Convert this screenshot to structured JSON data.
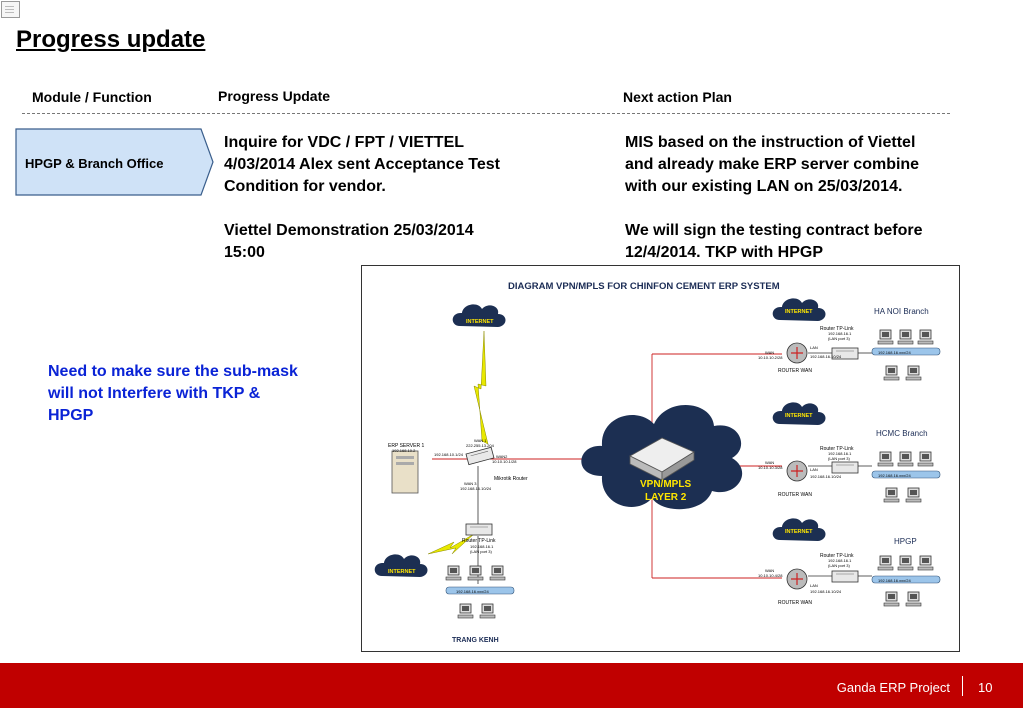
{
  "page": {
    "title": "Progress update",
    "columns": {
      "module": "Module / Function",
      "progress": "Progress Update",
      "next": "Next action Plan"
    },
    "module_label": "HPGP & Branch Office",
    "progress_text": "Inquire for VDC / FPT / VIETTEL\n4/03/2014 Alex sent Acceptance Test\nCondition for vendor.\n\nViettel Demonstration 25/03/2014\n15:00",
    "next_text": "MIS based on the instruction of Viettel\nand already make ERP server combine\nwith our existing LAN on 25/03/2014.\n\nWe will sign the testing contract before\n12/4/2014. TKP with HPGP",
    "note": "Need to make sure the sub-mask will not Interfere with TKP & HPGP"
  },
  "diagram": {
    "title": "DIAGRAM VPN/MPLS FOR CHINFON CEMENT ERP SYSTEM",
    "internet": "INTERNET",
    "core_line1": "VPN/MPLS",
    "core_line2": "LAYER 2",
    "erp_server": "ERP SERVER 1",
    "erp_ip": "192.168.10.2",
    "mikrotik": "Mikrotik Router",
    "wan1": "WAN 1",
    "wan1_ip": "222.255.13.204",
    "wan2": "WAN2",
    "wan2_ip": "10.10.10.1/28",
    "wan3": "WAN 3",
    "wan3_ip": "192.168.16.10/24",
    "erp_link_ip": "192.168.10.1/24",
    "router_tplink": "Router TP-Link",
    "router_wan": "ROUTER WAN",
    "wan": "WAN",
    "lan": "LAN",
    "lan_port": "(LAN port 3)",
    "branch_hanoi": "HA NOI Branch",
    "branch_hcmc": "HCMC Branch",
    "branch_hpgp": "HPGP",
    "trang_kenh": "TRANG KENH",
    "hanoi_tplink_ip": "192.168.16.1",
    "hanoi_wan_ip": "10.10.10.2/28",
    "hanoi_lan_ip": "192.168.16.10/24",
    "hanoi_subnet": "192.168.16.xxx/24",
    "hcmc_tplink_ip": "192.168.16.1",
    "hcmc_wan_ip": "10.10.10.3/28",
    "hcmc_lan_ip": "192.168.16.10/24",
    "hcmc_subnet": "192.168.16.xxx/24",
    "hpgp_tplink_ip": "192.168.16.1",
    "hpgp_wan_ip": "10.10.10.4/28",
    "hpgp_lan_ip": "192.168.16.10/24",
    "hpgp_subnet": "192.168.16.xxx/24",
    "tk_tplink_ip": "192.168.16.1",
    "tk_subnet": "192.168.16.xxx/24"
  },
  "footer": {
    "project": "Ganda ERP Project",
    "page_number": "10"
  },
  "colors": {
    "footer": "#c00000",
    "note": "#0a23d6",
    "module_fill": "#cfe2f7",
    "cloud": "#1c2f52",
    "link_red": "#cc2222",
    "lightning": "#e8e800"
  }
}
